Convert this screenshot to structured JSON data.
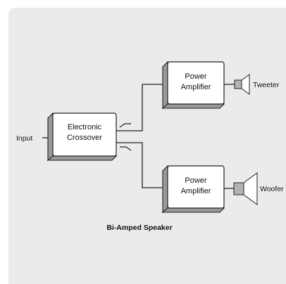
{
  "diagram": {
    "title": "Bi-Amped Speaker",
    "input_label": "Input",
    "crossover": {
      "line1": "Electronic",
      "line2": "Crossover"
    },
    "amp_top": {
      "line1": "Power",
      "line2": "Amplifier"
    },
    "amp_bottom": {
      "line1": "Power",
      "line2": "Amplifier"
    },
    "tweeter_label": "Tweeter",
    "woofer_label": "Woofer",
    "colors": {
      "background": "#ebebeb",
      "box_fill": "#ffffff",
      "box_shadow": "#9a9a9a",
      "line": "#222222",
      "driver_fill": "#b3b3b3"
    }
  }
}
